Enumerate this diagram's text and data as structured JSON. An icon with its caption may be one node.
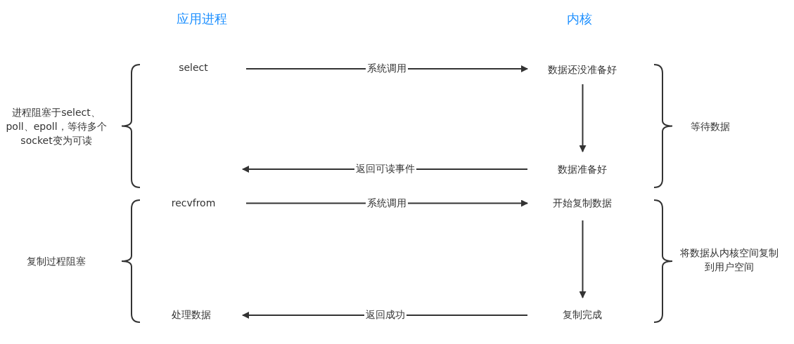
{
  "diagram": {
    "nodes": [
      {
        "text": [
          "select"
        ]
      },
      {
        "text": [
          "数据还没准备好"
        ]
      },
      {
        "text": [
          "数据准备好"
        ]
      },
      {
        "text": [
          "recvfrom"
        ]
      },
      {
        "text": [
          "开始复制数据"
        ]
      },
      {
        "text": [
          "复制完成"
        ]
      },
      {
        "text": [
          "处理数据"
        ]
      }
    ],
    "edges": [
      {
        "from": 0,
        "to": 1,
        "arrow": "to",
        "label": "系统调用"
      },
      {
        "from": 1,
        "to": 2,
        "arrow": "to"
      },
      {
        "from": 2,
        "to": null,
        "arrow": "to",
        "label": "返回可读事件"
      },
      {
        "from": 3,
        "to": 4,
        "arrow": "to",
        "label": "系统调用"
      },
      {
        "from": 4,
        "to": 5,
        "arrow": "to"
      },
      {
        "from": 5,
        "to": 6,
        "arrow": "to",
        "label": "返回成功"
      }
    ],
    "labels": [
      "应用进程",
      "内核",
      "进程阻塞于select、poll、epoll，等待多个socket变为可读",
      "等待数据",
      "复制过程阻塞",
      "将数据从内核空间复制到用户空间"
    ]
  }
}
